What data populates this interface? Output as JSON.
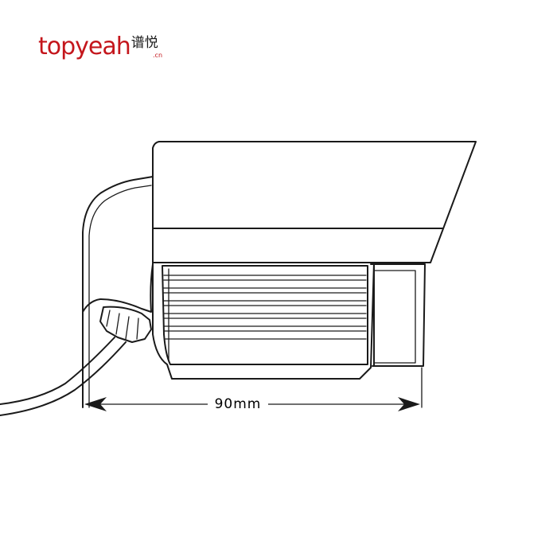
{
  "logo": {
    "word": "topyeah",
    "chinese": "谱悦",
    "tld": ".cn",
    "color": "#c4161c"
  },
  "dimension": {
    "label": "90mm"
  },
  "colors": {
    "line": "#1a1a1a",
    "background": "#ffffff"
  }
}
